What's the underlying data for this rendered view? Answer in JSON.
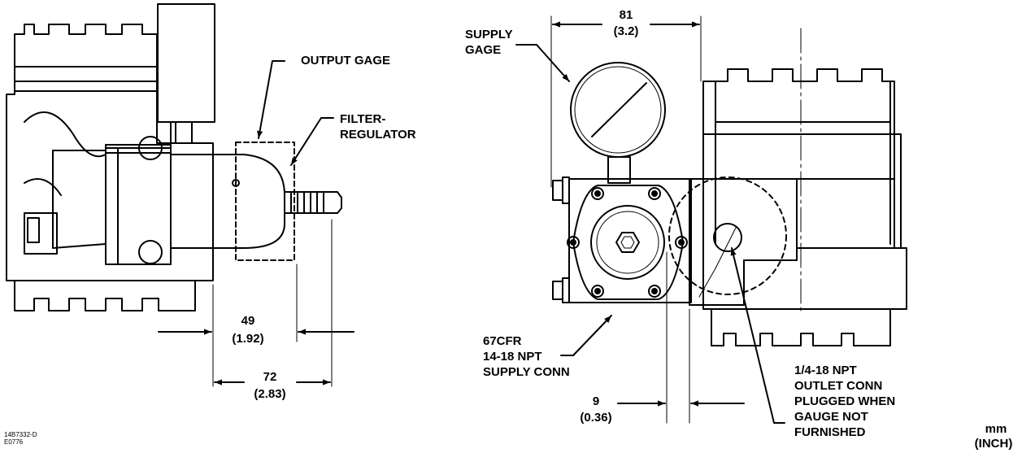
{
  "left_view": {
    "output_gage": "OUTPUT GAGE",
    "filter_regulator": [
      "FILTER-",
      "REGULATOR"
    ],
    "dim_49": {
      "mm": "49",
      "inch": "(1.92)"
    },
    "dim_72": {
      "mm": "72",
      "inch": "(2.83)"
    }
  },
  "right_view": {
    "supply_gage": [
      "SUPPLY",
      "GAGE"
    ],
    "dim_81": {
      "mm": "81",
      "inch": "(3.2)"
    },
    "supply_conn": [
      "67CFR",
      "14-18 NPT",
      "SUPPLY CONN"
    ],
    "dim_9": {
      "mm": "9",
      "inch": "(0.36)"
    },
    "outlet_conn": [
      "1/4-18 NPT",
      "OUTLET CONN",
      "PLUGGED WHEN",
      "GAUGE NOT",
      "FURNISHED"
    ]
  },
  "units": {
    "mm": "mm",
    "inch": "(INCH)"
  },
  "drawing_id": [
    "14B7332-D",
    "E0776"
  ]
}
